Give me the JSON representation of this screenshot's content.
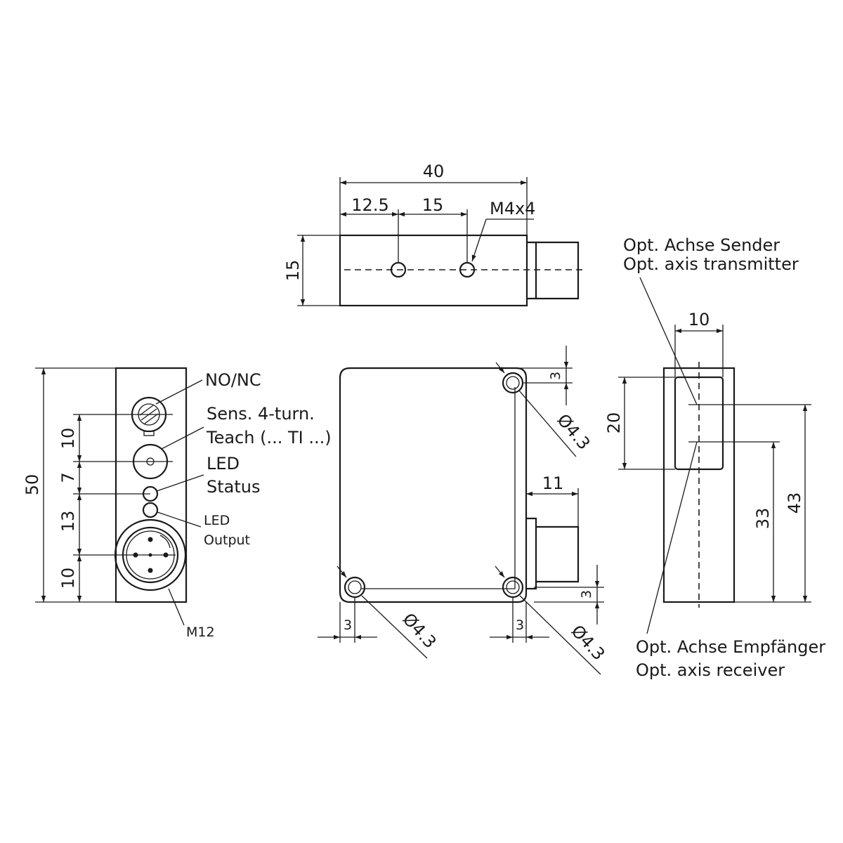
{
  "colors": {
    "line": "#1a1a1a",
    "background": "#ffffff"
  },
  "top_view": {
    "dim_total": "40",
    "dim_a": "12.5",
    "dim_b": "15",
    "thread": "M4x4",
    "height": "15"
  },
  "left_view": {
    "height": "50",
    "dim_10a": "10",
    "dim_7": "7",
    "dim_13": "13",
    "dim_10b": "10",
    "label_nonc": "NO/NC",
    "label_sens_1": "Sens. 4-turn.",
    "label_sens_2": "Teach (... TI ...)",
    "label_led_status_1": "LED",
    "label_led_status_2": "Status",
    "label_led_output_1": "LED",
    "label_led_output_2": "Output",
    "connector": "M12"
  },
  "front_view": {
    "dim_3_top": "3",
    "dia_top": "Ø4.3",
    "dim_11": "11",
    "dim_3_right": "3",
    "dim_3_bl": "3",
    "dia_bl": "Ø4.3",
    "dim_3_br": "3",
    "dia_br": "Ø4.3"
  },
  "side_view": {
    "label_tx_1": "Opt. Achse Sender",
    "label_tx_2": "Opt. axis transmitter",
    "dim_10": "10",
    "dim_20": "20",
    "dim_33": "33",
    "dim_43": "43",
    "label_rx_1": "Opt. Achse Empfänger",
    "label_rx_2": "Opt. axis receiver"
  }
}
